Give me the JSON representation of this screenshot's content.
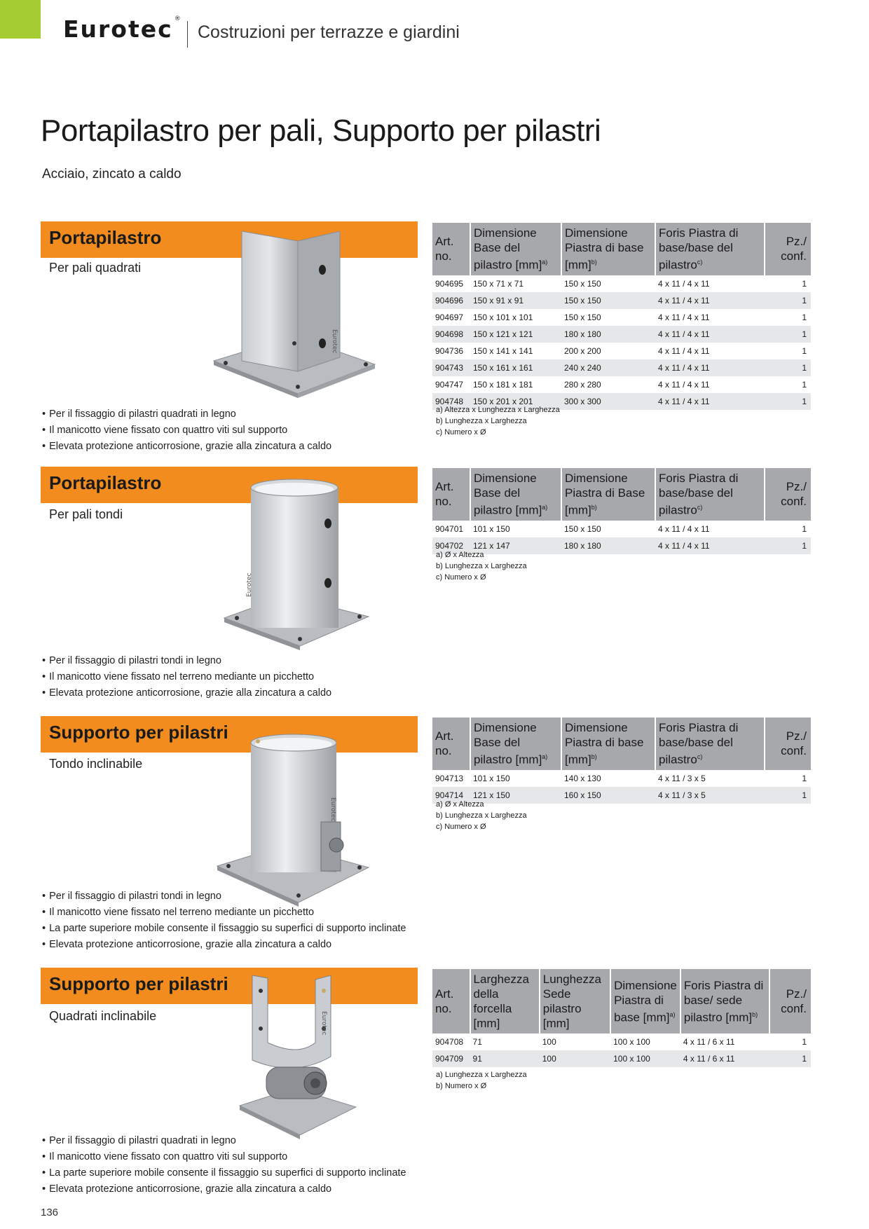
{
  "header": {
    "logo": "Eurotec",
    "logo_mark": "®",
    "title": "Costruzioni per terrazze e giardini"
  },
  "page": {
    "title": "Portapilastro per pali, Supporto per pilastri",
    "subtitle": "Acciaio, zincato a caldo",
    "number": "136"
  },
  "colors": {
    "accent_orange": "#f28c1e",
    "accent_green": "#a6cc33",
    "table_header": "#a6a8ab",
    "row_alt": "#e6e7e8"
  },
  "sections": [
    {
      "title": "Portapilastro",
      "subtitle": "Per pali quadrati",
      "bullets": [
        "Per il fissaggio di pilastri quadrati in legno",
        "Il manicotto viene fissato con quattro viti sul supporto",
        "Elevata protezione anticorrosione, grazie alla zincatura a caldo"
      ],
      "table": {
        "headers": [
          "Art. no.",
          "Dimensione Base del pilastro [mm]",
          "Dimensione Piastra di base [mm]",
          "Foris Piastra di base/base del pilastro",
          "Pz./ conf."
        ],
        "header_marks": [
          "",
          "a)",
          "b)",
          "c)",
          ""
        ],
        "rows": [
          [
            "904695",
            "150 x 71 x 71",
            "150 x 150",
            "4 x 11 / 4 x 11",
            "1"
          ],
          [
            "904696",
            "150 x 91 x 91",
            "150 x 150",
            "4 x 11 / 4 x 11",
            "1"
          ],
          [
            "904697",
            "150 x 101 x 101",
            "150 x 150",
            "4 x 11 / 4 x 11",
            "1"
          ],
          [
            "904698",
            "150 x 121 x 121",
            "180 x 180",
            "4 x 11 / 4 x 11",
            "1"
          ],
          [
            "904736",
            "150 x 141 x 141",
            "200 x 200",
            "4 x 11 / 4 x 11",
            "1"
          ],
          [
            "904743",
            "150 x 161 x 161",
            "240 x 240",
            "4 x 11 / 4 x 11",
            "1"
          ],
          [
            "904747",
            "150 x 181 x 181",
            "280 x 280",
            "4 x 11 / 4 x 11",
            "1"
          ],
          [
            "904748",
            "150 x 201 x 201",
            "300 x 300",
            "4 x 11 / 4 x 11",
            "1"
          ]
        ],
        "notes": [
          "a) Altezza x Lunghezza x Larghezza",
          "b) Lunghezza x Larghezza",
          "c) Numero x Ø"
        ]
      }
    },
    {
      "title": "Portapilastro",
      "subtitle": "Per pali tondi",
      "bullets": [
        "Per il fissaggio di pilastri tondi in legno",
        "Il manicotto viene fissato nel terreno mediante un picchetto",
        "Elevata protezione anticorrosione, grazie alla zincatura a caldo"
      ],
      "table": {
        "headers": [
          "Art. no.",
          "Dimensione Base del pilastro [mm]",
          "Dimensione Piastra di Base [mm]",
          "Foris Piastra di base/base del pilastro",
          "Pz./ conf."
        ],
        "header_marks": [
          "",
          "a)",
          "b)",
          "c)",
          ""
        ],
        "rows": [
          [
            "904701",
            "101 x 150",
            "150 x 150",
            "4 x 11 / 4 x 11",
            "1"
          ],
          [
            "904702",
            "121 x 147",
            "180 x 180",
            "4 x 11 / 4 x 11",
            "1"
          ]
        ],
        "notes": [
          "a) Ø x Altezza",
          "b) Lunghezza x Larghezza",
          "c) Numero x Ø"
        ]
      }
    },
    {
      "title": "Supporto per pilastri",
      "subtitle": "Tondo inclinabile",
      "bullets": [
        "Per il fissaggio di pilastri tondi in legno",
        "Il manicotto viene fissato nel terreno mediante un picchetto",
        "La parte superiore mobile consente il fissaggio su superfici di supporto inclinate",
        "Elevata protezione anticorrosione, grazie alla zincatura a caldo"
      ],
      "table": {
        "headers": [
          "Art. no.",
          "Dimensione Base del pilastro [mm]",
          "Dimensione Piastra di base [mm]",
          "Foris Piastra di base/base del pilastro",
          "Pz./ conf."
        ],
        "header_marks": [
          "",
          "a)",
          "b)",
          "c)",
          ""
        ],
        "rows": [
          [
            "904713",
            "101 x 150",
            "140 x 130",
            "4 x 11 / 3 x 5",
            "1"
          ],
          [
            "904714",
            "121 x 150",
            "160 x 150",
            "4 x 11 / 3 x 5",
            "1"
          ]
        ],
        "notes": [
          "a) Ø x Altezza",
          "b) Lunghezza x Larghezza",
          "c) Numero x Ø"
        ]
      }
    },
    {
      "title": "Supporto per pilastri",
      "subtitle": "Quadrati inclinabile",
      "bullets": [
        "Per il fissaggio di pilastri quadrati in legno",
        "Il manicotto viene fissato con quattro viti sul supporto",
        "La parte superiore mobile consente il fissaggio su superfici di supporto inclinate",
        "Elevata protezione anticorrosione, grazie alla zincatura a caldo"
      ],
      "table": {
        "headers": [
          "Art. no.",
          "Larghezza della forcella [mm]",
          "Lunghezza Sede pilastro [mm]",
          "Dimensione Piastra di base [mm]",
          "Foris Piastra di base/ sede pilastro [mm]",
          "Pz./ conf."
        ],
        "header_marks": [
          "",
          "",
          "",
          "a)",
          "b)",
          ""
        ],
        "rows": [
          [
            "904708",
            "71",
            "100",
            "100 x 100",
            "4 x 11  / 6 x 11",
            "1"
          ],
          [
            "904709",
            "91",
            "100",
            "100 x 100",
            "4 x 11  / 6 x 11",
            "1"
          ]
        ],
        "notes": [
          "a) Lunghezza x Larghezza",
          "b) Numero x Ø"
        ]
      }
    }
  ]
}
